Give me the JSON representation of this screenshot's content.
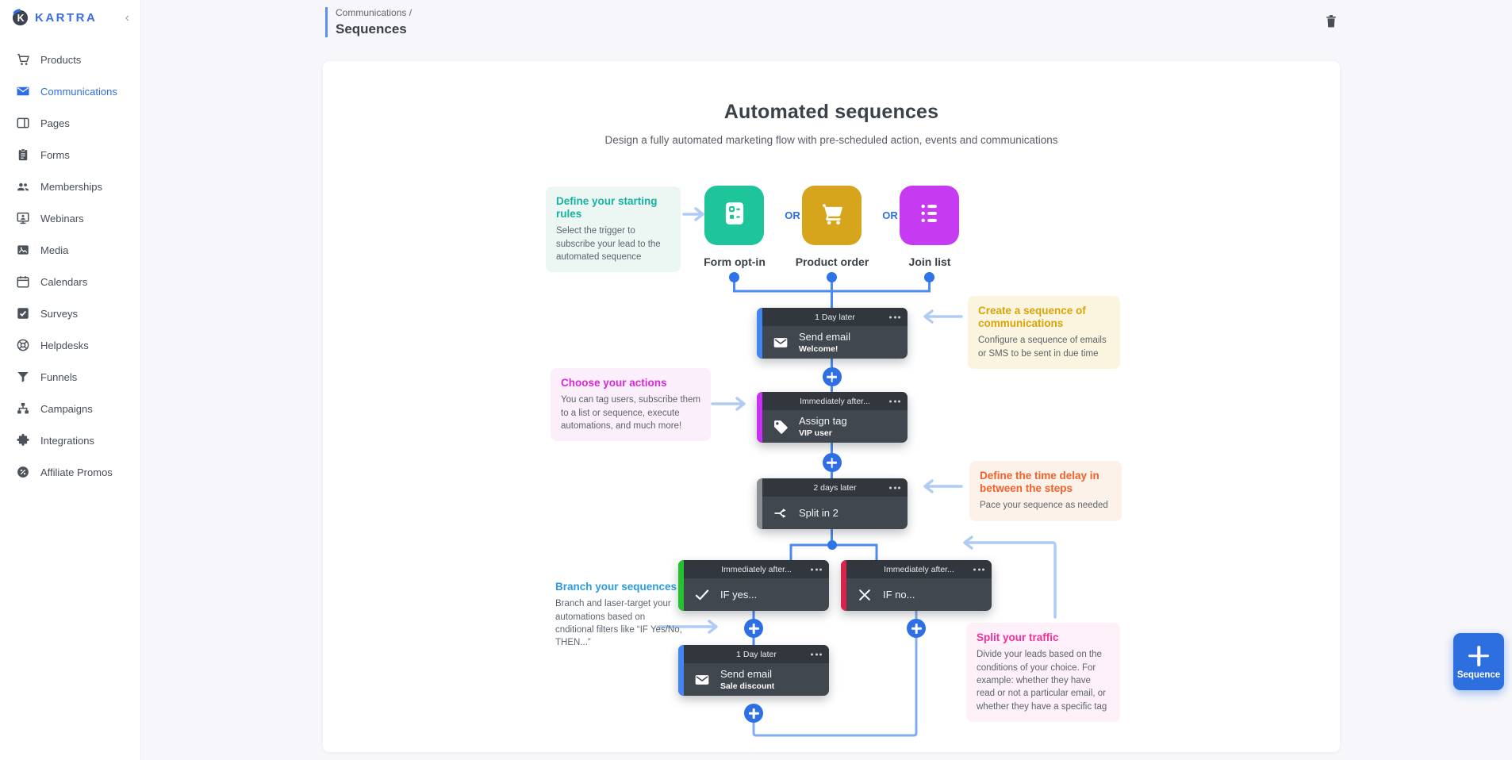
{
  "brand": {
    "name": "KARTRA"
  },
  "sidebar": {
    "items": [
      {
        "label": "Products",
        "icon": "cart",
        "active": false
      },
      {
        "label": "Communications",
        "icon": "envelope",
        "active": true
      },
      {
        "label": "Pages",
        "icon": "pages",
        "active": false
      },
      {
        "label": "Forms",
        "icon": "clipboard",
        "active": false
      },
      {
        "label": "Memberships",
        "icon": "people",
        "active": false
      },
      {
        "label": "Webinars",
        "icon": "webinar",
        "active": false
      },
      {
        "label": "Media",
        "icon": "media",
        "active": false
      },
      {
        "label": "Calendars",
        "icon": "calendar",
        "active": false
      },
      {
        "label": "Surveys",
        "icon": "survey",
        "active": false
      },
      {
        "label": "Helpdesks",
        "icon": "lifering",
        "active": false
      },
      {
        "label": "Funnels",
        "icon": "funnel",
        "active": false
      },
      {
        "label": "Campaigns",
        "icon": "sitemap",
        "active": false
      },
      {
        "label": "Integrations",
        "icon": "puzzle",
        "active": false
      },
      {
        "label": "Affiliate Promos",
        "icon": "percent",
        "active": false
      }
    ]
  },
  "breadcrumb": {
    "parent": "Communications /",
    "current": "Sequences"
  },
  "page": {
    "title": "Automated sequences",
    "subtitle": "Design  a fully automated marketing flow with pre-scheduled action, events and communications"
  },
  "triggers": {
    "or_label": "OR",
    "cards": [
      {
        "label": "Form opt-in",
        "icon": "form",
        "color": "#1ec49a"
      },
      {
        "label": "Product order",
        "icon": "cart",
        "color": "#d6a51b"
      },
      {
        "label": "Join list",
        "icon": "list",
        "color": "#c63af2"
      }
    ]
  },
  "callouts": [
    {
      "title": "Define your starting rules",
      "body": "Select the trigger to subscribe your lead to the automated sequence",
      "title_color": "#14b3a0",
      "bg": "#ecf7f4"
    },
    {
      "title": "Create a sequence of communications",
      "body": "Configure a sequence of emails or SMS to be sent in due time",
      "title_color": "#d8a408",
      "bg": "#fbf5df"
    },
    {
      "title": "Choose your actions",
      "body": "You can tag users, subscribe them to a list or sequence, execute automations, and much more!",
      "title_color": "#d629d6",
      "bg": "#fbeffb"
    },
    {
      "title": "Define the time delay in between the steps",
      "body": "Pace your sequence as needed",
      "title_color": "#f2602b",
      "bg": "#fdf2e9"
    },
    {
      "title": "Branch your sequences",
      "body": "Branch and laser-target your automations based on cnditional filters like “IF Yes/No, THEN...”",
      "title_color": "#2d9be0",
      "bg": "transparent"
    },
    {
      "title": "Split your traffic",
      "body": "Divide your leads based on the conditions of your choice. For example: whether they have read or not a particular email, or whether they have a specific tag",
      "title_color": "#f0309c",
      "bg": "#fdf0f8"
    }
  ],
  "nodes": [
    {
      "id": "send-email-welcome",
      "header": "1 Day later",
      "line1": "Send email",
      "line2": "Welcome!",
      "icon": "envelope",
      "stripe": "#4285f4"
    },
    {
      "id": "assign-tag-vip-user",
      "header": "Immediately after...",
      "line1": "Assign tag",
      "line2": "VIP user",
      "icon": "tag",
      "stripe": "#cb2ff5"
    },
    {
      "id": "split-in-2",
      "header": "2 days later",
      "line1": "Split in 2",
      "line2": "",
      "icon": "split",
      "stripe": "#8a9096"
    },
    {
      "id": "if-yes",
      "header": "Immediately after...",
      "line1": "IF yes...",
      "line2": "",
      "icon": "check",
      "stripe": "#22c32e"
    },
    {
      "id": "if-no",
      "header": "Immediately after...",
      "line1": "IF no...",
      "line2": "",
      "icon": "close",
      "stripe": "#d8234a"
    },
    {
      "id": "send-email-sale-discount",
      "header": "1 Day later",
      "line1": "Send email",
      "line2": "Sale discount",
      "icon": "envelope",
      "stripe": "#4285f4"
    }
  ],
  "fab": {
    "label": "Sequence"
  },
  "colors": {
    "accent_blue": "#2e6fe4",
    "brand_blue": "#3a6ce8",
    "connector_blue": "#4a8af2",
    "branch_line_blue": "#7fadf0",
    "annotation_arrow_blue": "#b0ccf6",
    "node_body": "#41474e",
    "node_header": "#31373d",
    "page_background": "#f7f7fb"
  }
}
